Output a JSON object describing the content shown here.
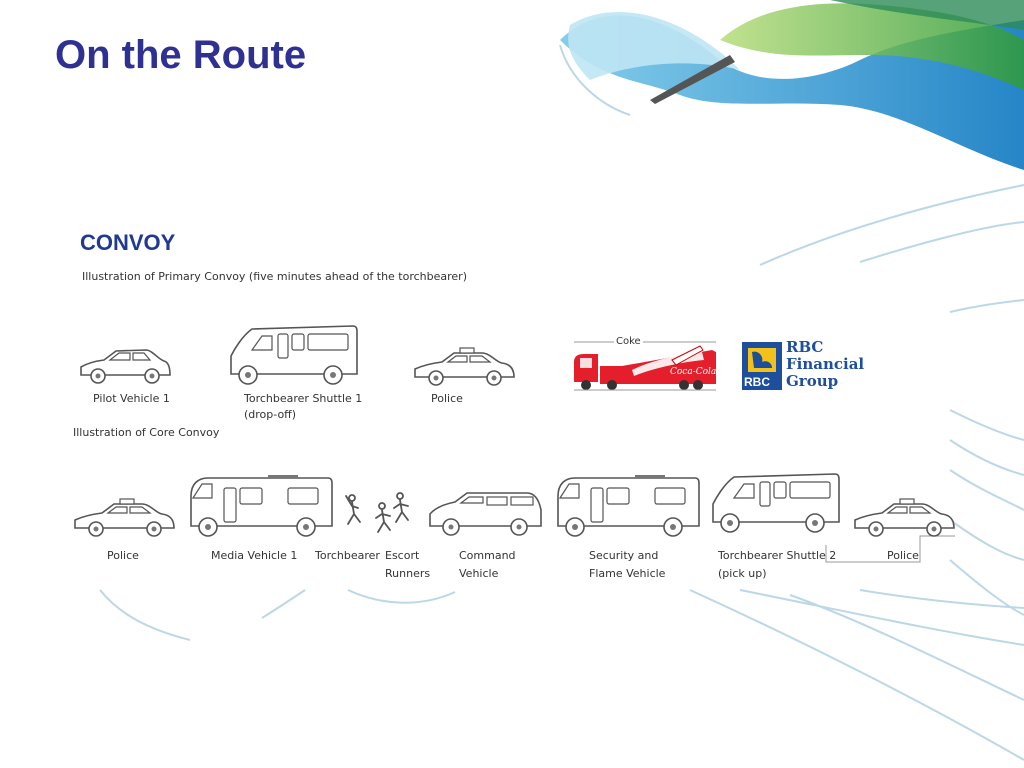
{
  "slide": {
    "title": "On the Route",
    "heading": "CONVOY",
    "primary_caption": "Illustration of Primary Convoy (five minutes ahead of the torchbearer)",
    "core_caption": "Illustration of Core Convoy"
  },
  "primary": {
    "pilot": "Pilot Vehicle 1",
    "shuttle1_line1": "Torchbearer Shuttle 1",
    "shuttle1_line2": "(drop-off)",
    "police": "Police",
    "coke_label": "Coke",
    "coke_logo": "Coca-Cola",
    "rbc_line1": "RBC",
    "rbc_line2": "Financial",
    "rbc_line3": "Group",
    "rbc_badge": "RBC"
  },
  "core": {
    "police_left": "Police",
    "media": "Media Vehicle 1",
    "torchbearer": "Torchbearer",
    "escort_line1": "Escort",
    "escort_line2": "Runners",
    "command_line1": "Command",
    "command_line2": "Vehicle",
    "security_line1": "Security and",
    "security_line2": "Flame Vehicle",
    "shuttle2_line1": "Torchbearer Shuttle 2",
    "shuttle2_line2": "(pick up)",
    "police_right": "Police"
  },
  "colors": {
    "title": "#2e3192",
    "heading": "#1f3a93",
    "coke_red": "#e41e2b",
    "rbc_blue": "#1d4f9c",
    "rbc_gold": "#f2c21b",
    "ribbon_blue": "#1b8fd2",
    "ribbon_green": "#3aa935"
  }
}
